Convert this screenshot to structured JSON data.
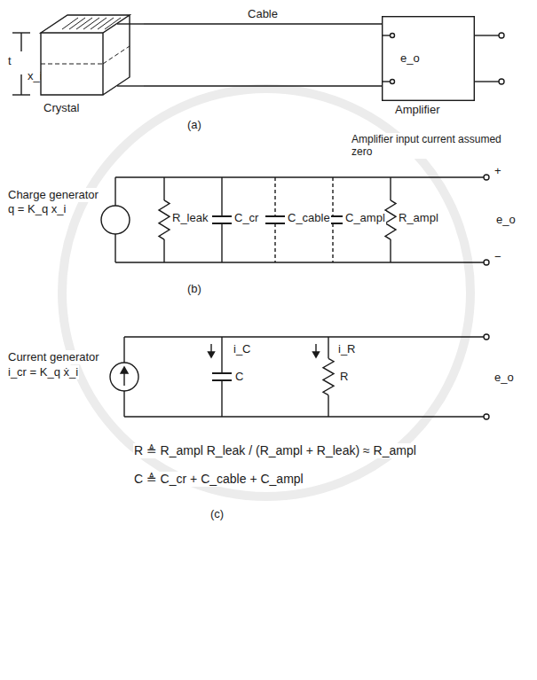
{
  "diagram": {
    "nodes": [
      {
        "text": [
          "Crystal"
        ]
      },
      {
        "text": [
          "Amplifier",
          "e_o"
        ]
      }
    ],
    "edges": [
      {
        "from": 0,
        "to": 1,
        "label": "Cable",
        "arrow": "none"
      },
      {
        "from": 0,
        "to": 1,
        "arrow": "none"
      }
    ],
    "labels": [
      "t",
      "x_i",
      "(a)",
      "Amplifier input current assumed zero",
      "Charge generator",
      "q = K_q x_i",
      "R_leak",
      "C_cr",
      "C_cable",
      "C_ampl",
      "R_ampl",
      "+",
      "−",
      "e_o",
      "(b)",
      "Current generator",
      "i_cr = K_q ẋ_i",
      "i_C",
      "C",
      "i_R",
      "R",
      "e_o",
      "R ≜ R_ampl R_leak / (R_ampl + R_leak) ≈ R_ampl",
      "C ≜ C_cr + C_cable + C_ampl",
      "(c)"
    ]
  }
}
